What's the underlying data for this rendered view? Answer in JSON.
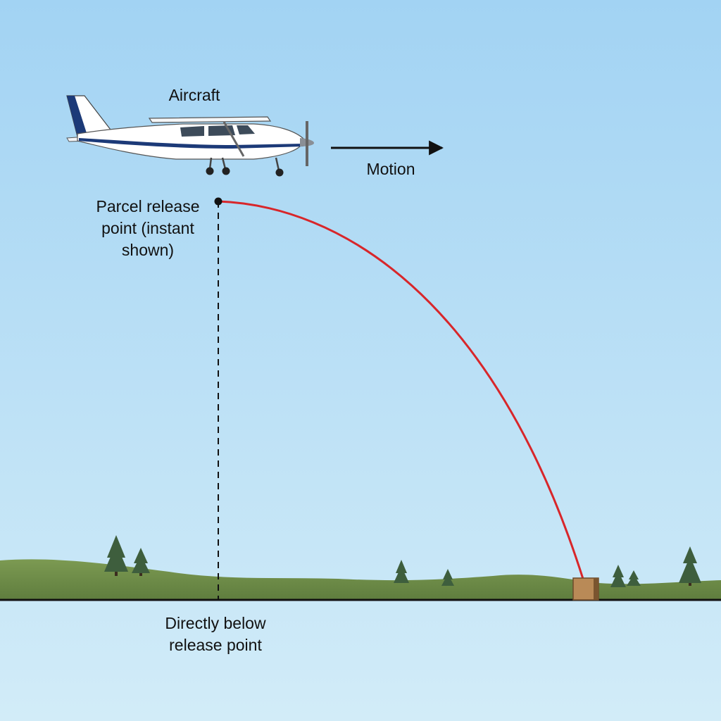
{
  "labels": {
    "aircraft": "Aircraft",
    "motion": "Motion",
    "release_point": "Parcel release point (instant shown)",
    "below_release": "Directly below release point"
  },
  "colors": {
    "sky_top": "#a2d3f3",
    "sky_bottom": "#d2ecf8",
    "hills": "#6f8c49",
    "trajectory": "#d8262a",
    "ground_line": "#111111",
    "parcel": "#b98a57",
    "airplane_body": "#ffffff",
    "airplane_stripe": "#1c3a78",
    "trees": "#3e5e3d"
  },
  "icons": [
    "airplane-icon",
    "motion-arrow-icon",
    "parcel-icon",
    "tree-icon"
  ]
}
